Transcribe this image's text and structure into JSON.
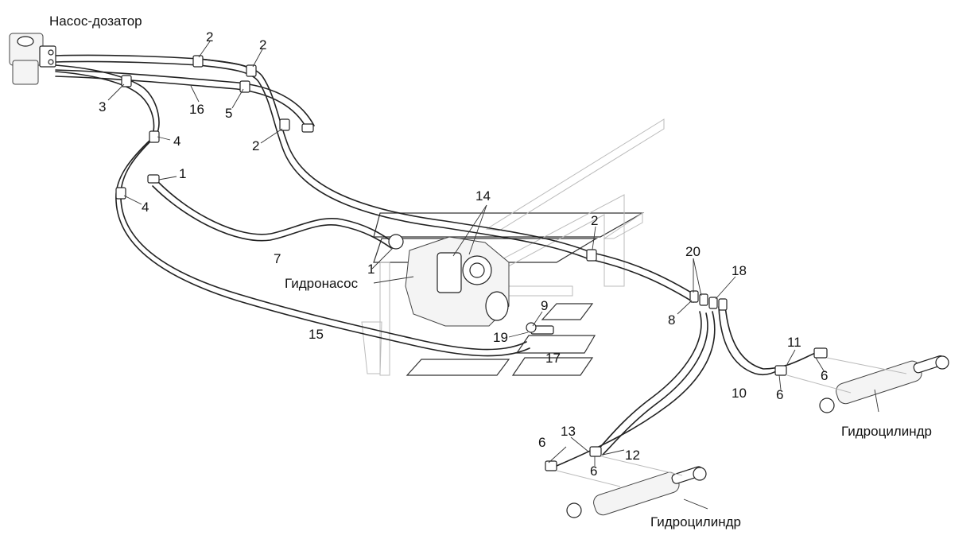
{
  "titles": {
    "pump_dispenser": "Насос-дозатор",
    "hydraulic_pump": "Гидронасос",
    "cylinder_right": "Гидроцилиндр",
    "cylinder_left": "Гидроцилиндр"
  },
  "callouts": {
    "c2a": "2",
    "c2b": "2",
    "c2c": "2",
    "c2d": "2",
    "c3": "3",
    "c16": "16",
    "c5": "5",
    "c4a": "4",
    "c4b": "4",
    "c1a": "1",
    "c1b": "1",
    "c7": "7",
    "c14": "14",
    "c15": "15",
    "c9": "9",
    "c19": "19",
    "c17": "17",
    "c20": "20",
    "c18": "18",
    "c8": "8",
    "c11": "11",
    "c6a": "6",
    "c6b": "6",
    "c10": "10",
    "c13": "13",
    "c6c": "6",
    "c12": "12",
    "c6d": "6"
  }
}
